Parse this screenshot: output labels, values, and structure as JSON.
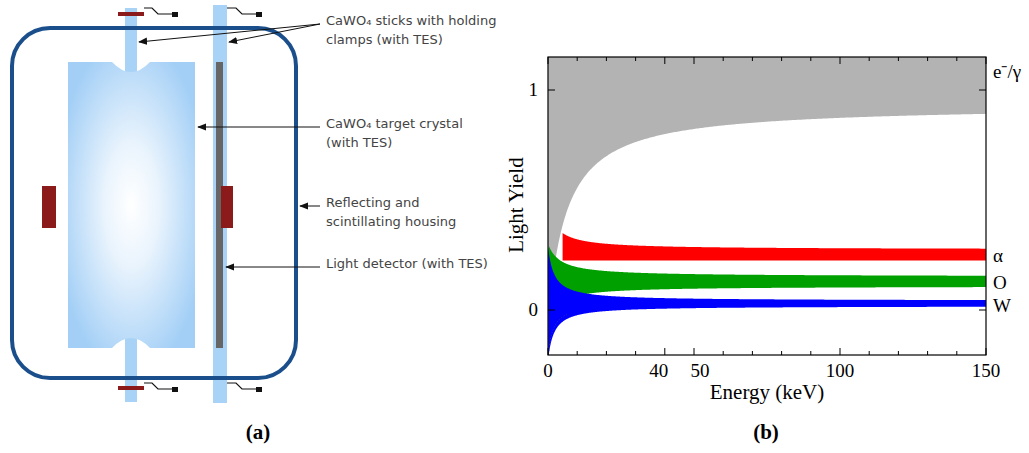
{
  "diagram": {
    "labels": [
      "CaWO₄ sticks with holding clamps (with TES)",
      "CaWO₄ target crystal (with TES)",
      "Reflecting and scintillating housing",
      "Light detector (with TES)",
      "1",
      "Light Yield",
      "0",
      "0",
      "40",
      "50",
      "100",
      "150",
      "Energy (keV)",
      "e⁻/γ",
      "α",
      "O",
      "W",
      "(a)",
      "(b)"
    ]
  }
}
